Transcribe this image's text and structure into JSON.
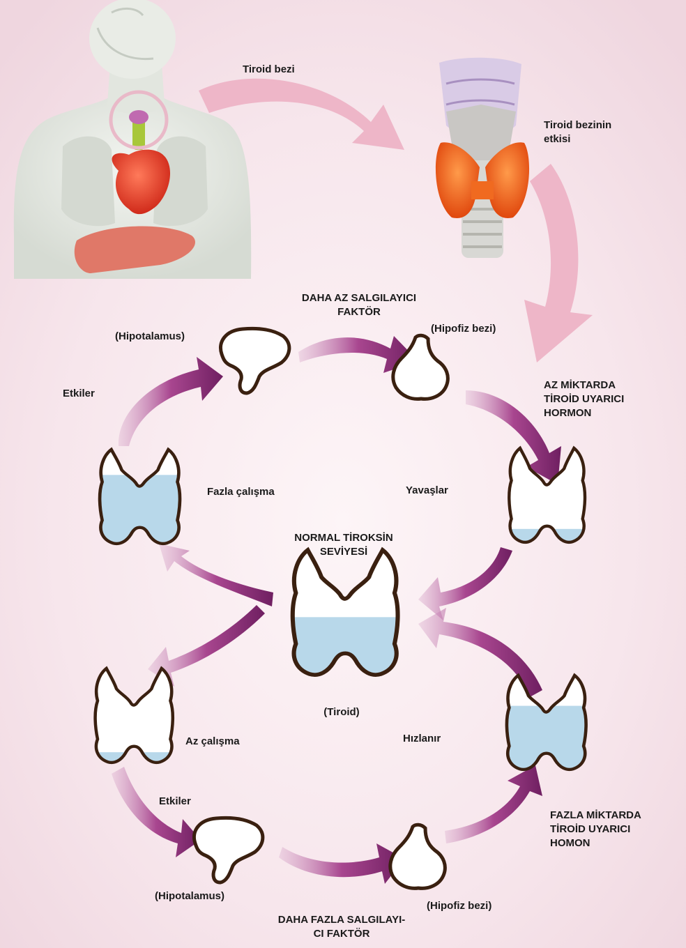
{
  "colors": {
    "background": "#f8eaee",
    "pink_arrow": "#eeb6c8",
    "purple_arrow": "#8a2f78",
    "thyroid_fill": "#b8d8ea",
    "thyroid_outline": "#3a2010",
    "gland_orange": "#f36a1a",
    "body_gray": "#e4e7e2"
  },
  "labels": {
    "tiroid_bezi": "Tiroid bezi",
    "tiroid_bezinin_etkisi_line1": "Tiroid bezinin",
    "tiroid_bezinin_etkisi_line2": "etkisi",
    "daha_az_line1": "DAHA AZ SALGILAYICI",
    "daha_az_line2": "FAKTÖR",
    "hipotalamus_top": "(Hipotalamus)",
    "hipofiz_top": "(Hipofiz bezi)",
    "etkiler_top": "Etkiler",
    "az_miktarda_line1": "AZ MİKTARDA",
    "az_miktarda_line2": "TİROİD UYARICI",
    "az_miktarda_line3": "HORMON",
    "fazla_calisma": "Fazla çalışma",
    "yavaslar": "Yavaşlar",
    "normal_line1": "NORMAL TİROKSİN",
    "normal_line2": "SEVİYESİ",
    "tiroid": "(Tiroid)",
    "az_calisma": "Az çalışma",
    "hizlanir": "Hızlanır",
    "etkiler_bottom": "Etkiler",
    "fazla_miktarda_line1": "FAZLA MİKTARDA",
    "fazla_miktarda_line2": "TİROİD UYARICI",
    "fazla_miktarda_line3": "HOMON",
    "hipotalamus_bottom": "(Hipotalamus)",
    "hipofiz_bottom": "(Hipofiz bezi)",
    "daha_fazla_line1": "DAHA FAZLA SALGILAYI-",
    "daha_fazla_line2": "CI FAKTÖR"
  },
  "thyroid_levels": {
    "normal": 0.45,
    "fazla_calisma": 0.7,
    "yavaslar": 0.15,
    "az_calisma": 0.12,
    "hizlanir": 0.65
  }
}
